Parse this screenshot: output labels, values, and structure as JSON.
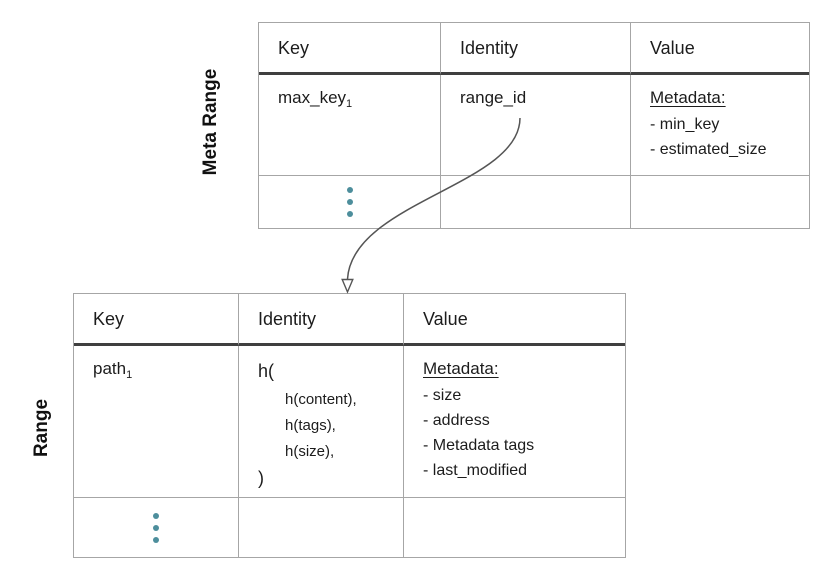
{
  "tables": [
    {
      "label": "Meta Range",
      "headers": [
        "Key",
        "Identity",
        "Value"
      ],
      "row": {
        "key": {
          "text": "max_key",
          "subscript": "1"
        },
        "identity": "range_id",
        "value": {
          "heading": "Metadata:",
          "items": [
            "- min_key",
            "- estimated_size"
          ]
        }
      }
    },
    {
      "label": "Range",
      "headers": [
        "Key",
        "Identity",
        "Value"
      ],
      "row": {
        "key": {
          "text": "path",
          "subscript": "1"
        },
        "identity": {
          "lines": [
            "h(",
            "h(content),",
            "h(tags),",
            "h(size),",
            ")"
          ]
        },
        "value": {
          "heading": "Metadata:",
          "items": [
            "- size",
            "- address",
            "- Metadata tags",
            "- last_modified"
          ]
        }
      }
    }
  ],
  "arrow": {
    "from": "range_id",
    "to": "Range table"
  },
  "colors": {
    "dot_accent": "#4d8e9c",
    "arrow": "#555555",
    "border_light": "#a6a6a6",
    "border_dark": "#3f3f3f",
    "text": "#1c1c1c"
  }
}
